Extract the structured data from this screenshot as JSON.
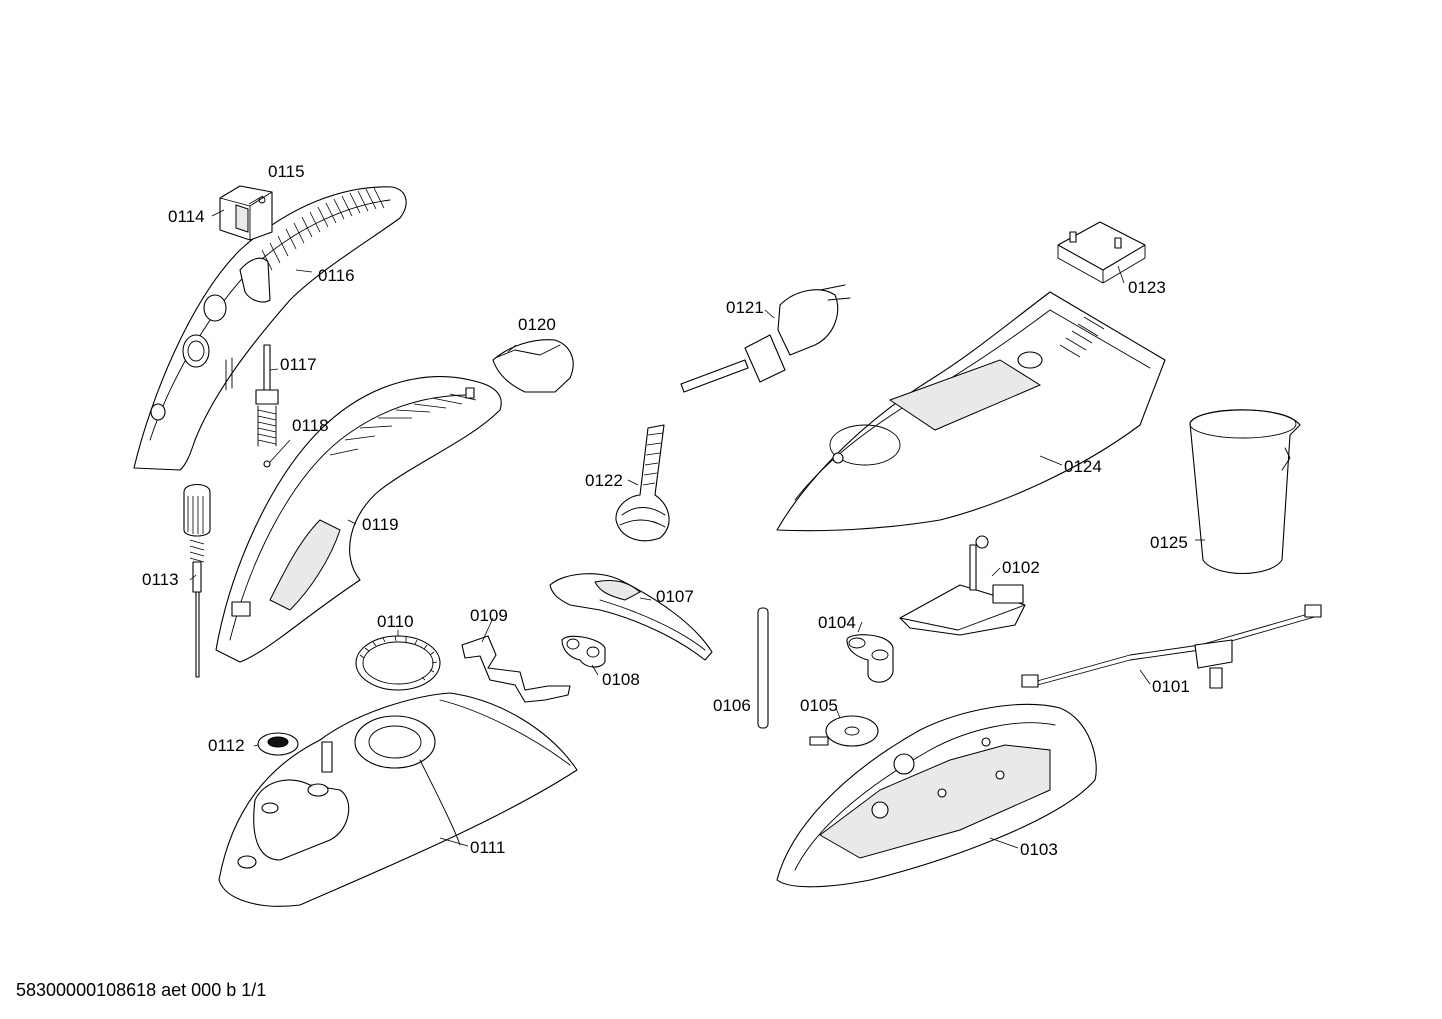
{
  "document_id": "58300000108618 aet 000 b 1/1",
  "part_labels": {
    "p0101": "0101",
    "p0102": "0102",
    "p0103": "0103",
    "p0104": "0104",
    "p0105": "0105",
    "p0106": "0106",
    "p0107": "0107",
    "p0108": "0108",
    "p0109": "0109",
    "p0110": "0110",
    "p0111": "0111",
    "p0112": "0112",
    "p0113": "0113",
    "p0114": "0114",
    "p0115": "0115",
    "p0116": "0116",
    "p0117": "0117",
    "p0118": "0118",
    "p0119": "0119",
    "p0120": "0120",
    "p0121": "0121",
    "p0122": "0122",
    "p0123": "0123",
    "p0124": "0124",
    "p0125": "0125"
  }
}
